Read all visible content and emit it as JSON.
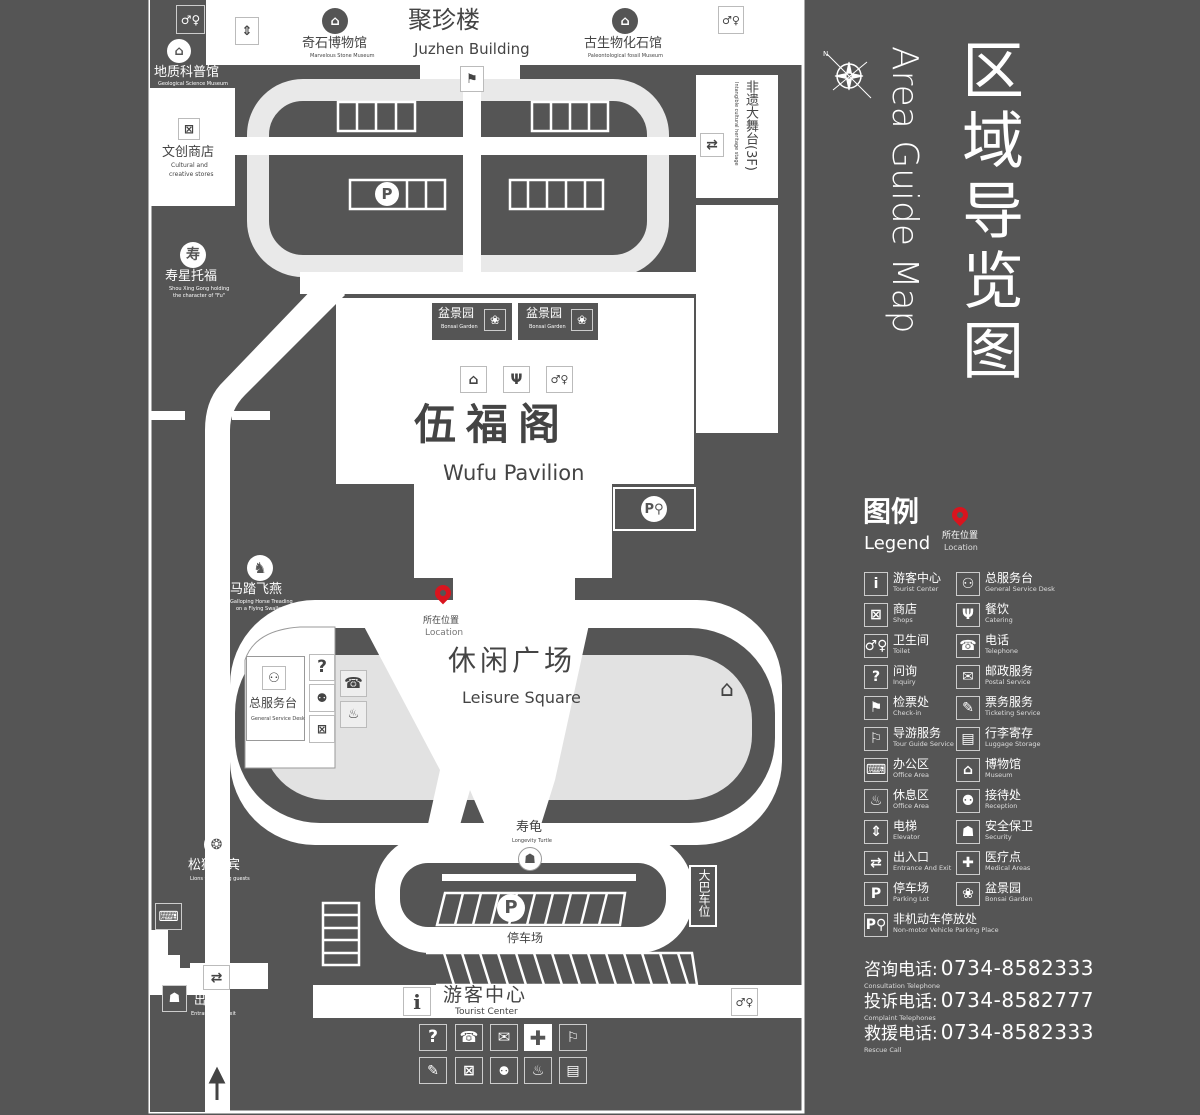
{
  "title": {
    "cn": "区域导览图",
    "en": "Area Guide Map"
  },
  "accent_color": "#d9141e",
  "map": {
    "top_buildings": {
      "geo_museum": {
        "cn": "地质科普馆",
        "en": "Geological Science Museum"
      },
      "stone_museum": {
        "cn": "奇石博物馆",
        "en": "Marvelous Stone Museum"
      },
      "juzhen": {
        "cn": "聚珍楼",
        "en": "Juzhen Building"
      },
      "fossil_museum": {
        "cn": "古生物化石馆",
        "en": "Paleontological fossil Museum"
      }
    },
    "cultural_store": {
      "cn": "文创商店",
      "en1": "Cultural and",
      "en2": "creative stores"
    },
    "stage": {
      "cn": "非遗大舞台(3F)",
      "en": "Intangible cultural heritage stage"
    },
    "shouxing": {
      "cn": "寿星托福",
      "en1": "Shou Xing Gong holding",
      "en2": "the character of \"Fu\""
    },
    "bonsai": [
      {
        "cn": "盆景园",
        "en": "Bonsai Garden"
      },
      {
        "cn": "盆景园",
        "en": "Bonsai Garden"
      }
    ],
    "wufu": {
      "cn": "伍福阁",
      "en": "Wufu Pavilion"
    },
    "horse": {
      "cn": "马踏飞燕",
      "en1": "Galloping Horse Treading",
      "en2": "on a Flying Swallow"
    },
    "location": {
      "cn": "所在位置",
      "en": "Location"
    },
    "leisure": {
      "cn": "休闲广场",
      "en": "Leisure Square"
    },
    "service_desk": {
      "cn": "总服务台",
      "en": "General Service Desk"
    },
    "lion": {
      "cn": "松狮迎宾",
      "en": "Lions welcoming guests"
    },
    "turtle": {
      "cn": "寿龟",
      "en": "Longevity Turtle"
    },
    "parking": {
      "cn": "停车场"
    },
    "bus": {
      "cn": "大巴车位"
    },
    "entrance": {
      "cn": "出入口",
      "en": "Entrance And Exit"
    },
    "tourist_center": {
      "cn": "游客中心",
      "en": "Tourist Center"
    }
  },
  "legend": {
    "title_cn": "图例",
    "title_en": "Legend",
    "location_cn": "所在位置",
    "location_en": "Location",
    "items": [
      {
        "icon": "info-icon",
        "cn": "游客中心",
        "en": "Tourist Center"
      },
      {
        "icon": "service-desk-icon",
        "cn": "总服务台",
        "en": "General Service Desk"
      },
      {
        "icon": "shop-icon",
        "cn": "商店",
        "en": "Shops"
      },
      {
        "icon": "catering-icon",
        "cn": "餐饮",
        "en": "Catering"
      },
      {
        "icon": "toilet-icon",
        "cn": "卫生间",
        "en": "Toilet"
      },
      {
        "icon": "telephone-icon",
        "cn": "电话",
        "en": "Telephone"
      },
      {
        "icon": "inquiry-icon",
        "cn": "问询",
        "en": "Inquiry"
      },
      {
        "icon": "postal-icon",
        "cn": "邮政服务",
        "en": "Postal Service"
      },
      {
        "icon": "check-in-icon",
        "cn": "检票处",
        "en": "Check-in"
      },
      {
        "icon": "ticketing-icon",
        "cn": "票务服务",
        "en": "Ticketing Service"
      },
      {
        "icon": "tour-guide-icon",
        "cn": "导游服务",
        "en": "Tour Guide Service"
      },
      {
        "icon": "luggage-icon",
        "cn": "行李寄存",
        "en": "Luggage Storage"
      },
      {
        "icon": "office-icon",
        "cn": "办公区",
        "en": "Office Area"
      },
      {
        "icon": "museum-icon",
        "cn": "博物馆",
        "en": "Museum"
      },
      {
        "icon": "rest-area-icon",
        "cn": "休息区",
        "en": "Office Area"
      },
      {
        "icon": "reception-icon",
        "cn": "接待处",
        "en": "Reception"
      },
      {
        "icon": "elevator-icon",
        "cn": "电梯",
        "en": "Elevator"
      },
      {
        "icon": "security-icon",
        "cn": "安全保卫",
        "en": "Security"
      },
      {
        "icon": "exit-icon",
        "cn": "出入口",
        "en": "Entrance And Exit"
      },
      {
        "icon": "medical-icon",
        "cn": "医疗点",
        "en": "Medical Areas"
      },
      {
        "icon": "parking-icon",
        "cn": "停车场",
        "en": "Parking Lot"
      },
      {
        "icon": "bonsai-icon",
        "cn": "盆景园",
        "en": "Bonsai Garden"
      },
      {
        "icon": "bike-parking-icon",
        "cn": "非机动车停放处",
        "en": "Non-motor Vehicle Parking Place"
      }
    ]
  },
  "phones": [
    {
      "cn": "咨询电话:",
      "number": "0734-8582333",
      "en": "Consultation Telephone"
    },
    {
      "cn": "投诉电话:",
      "number": "0734-8582777",
      "en": "Complaint Telephones"
    },
    {
      "cn": "救援电话:",
      "number": "0734-8582333",
      "en": "Rescue Call"
    }
  ]
}
